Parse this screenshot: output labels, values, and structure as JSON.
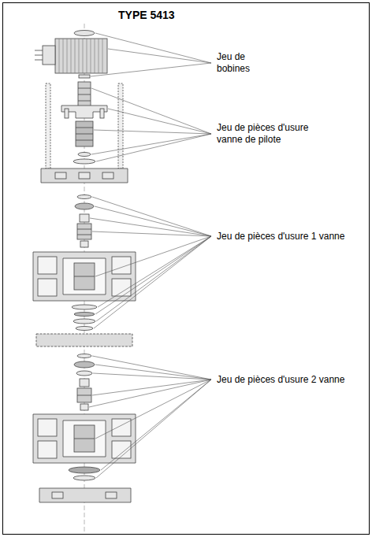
{
  "diagram": {
    "title": "TYPE 5413",
    "labels": [
      "Jeu de bobines",
      "Jeu de pièces d'usure vanne de pilote",
      "Jeu de pièces d'usure 1 vanne",
      "Jeu de pièces d'usure 2 vanne"
    ]
  }
}
